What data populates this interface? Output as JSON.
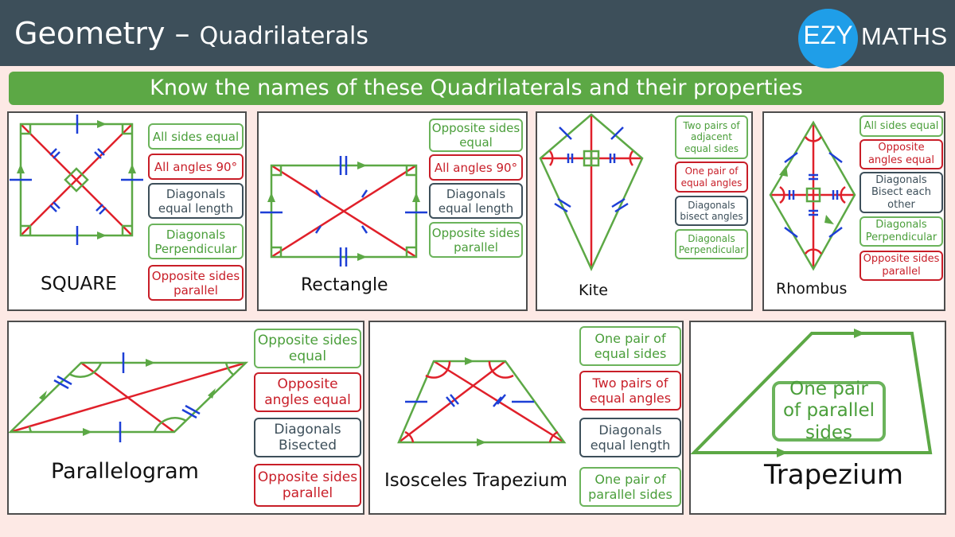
{
  "header": {
    "title_main": "Geometry – ",
    "title_sub": "Quadrilaterals",
    "logo_left": "EZY",
    "logo_right": "MATHS"
  },
  "banner": "Know the names of these Quadrilaterals and their properties",
  "colors": {
    "green": "#5ca845",
    "red": "#e0202a",
    "blue": "#1d3fd6",
    "gray": "#3d4f5a"
  },
  "panels": {
    "square": {
      "name": "SQUARE",
      "props": [
        "All sides equal",
        "All angles 90°",
        "Diagonals equal length",
        "Diagonals Perpendicular",
        "Opposite sides parallel"
      ]
    },
    "rectangle": {
      "name": "Rectangle",
      "props": [
        "Opposite sides equal",
        "All angles 90°",
        "Diagonals equal length",
        "Opposite sides parallel"
      ]
    },
    "kite": {
      "name": "Kite",
      "props": [
        "Two pairs of adjacent equal sides",
        "One pair of equal angles",
        "Diagonals bisect angles",
        "Diagonals Perpendicular"
      ]
    },
    "rhombus": {
      "name": "Rhombus",
      "props": [
        "All sides equal",
        "Opposite angles equal",
        "Diagonals Bisect each other",
        "Diagonals Perpendicular",
        "Opposite sides parallel"
      ]
    },
    "parallelogram": {
      "name": "Parallelogram",
      "props": [
        "Opposite sides equal",
        "Opposite angles equal",
        "Diagonals Bisected",
        "Opposite sides parallel"
      ]
    },
    "isosceles": {
      "name": "Isosceles Trapezium",
      "props": [
        "One pair of equal sides",
        "Two pairs of equal angles",
        "Diagonals equal length",
        "One pair of parallel sides"
      ]
    },
    "trapezium": {
      "name": "Trapezium",
      "props": [
        "One pair of parallel sides"
      ]
    }
  }
}
